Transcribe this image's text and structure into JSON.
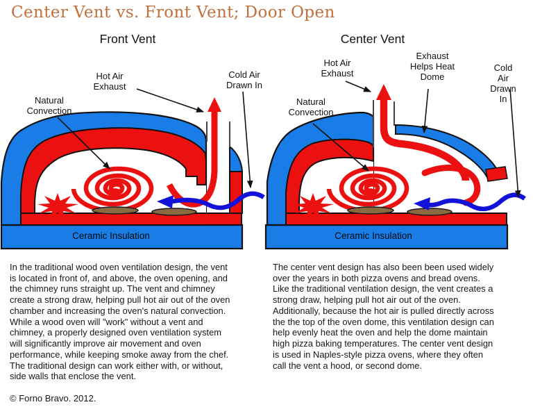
{
  "title": "Center Vent vs. Front Vent; Door Open",
  "copyright": "© Forno Bravo. 2012.",
  "colors": {
    "title_orange": "#c0703c",
    "dome_blue": "#1a7ce6",
    "hot_red": "#ec1111",
    "cold_air_blue": "#1212d8",
    "bread_brown": "#8a6a42"
  },
  "front_vent": {
    "title": "Front Vent",
    "labels": {
      "hot_air_exhaust": "Hot Air\nExhaust",
      "cold_air_drawn_in": "Cold Air\nDrawn In",
      "natural_convection": "Natural\nConvection",
      "insulation": "Ceramic Insulation"
    },
    "paragraph": "In the traditional wood oven ventilation design, the vent is located in front of, and above, the oven opening, and the chimney runs straight up. The vent and chimney create a strong draw, helping pull hot air out of the oven chamber and increasing the oven's natural convection. While a wood oven will \"work\" without a vent and chimney, a properly designed oven ventilation system will significantly improve air movement and oven performance, while keeping smoke away from the chef. The traditional design can work either with, or without, side walls that enclose the vent."
  },
  "center_vent": {
    "title": "Center Vent",
    "labels": {
      "hot_air_exhaust": "Hot Air\nExhaust",
      "exhaust_helps_heat_dome": "Exhaust\nHelps Heat\nDome",
      "cold_air_drawn_in": "Cold Air\nDrawn In",
      "natural_convection": "Natural\nConvection",
      "insulation": "Ceramic Insulation"
    },
    "paragraph": "The center vent design has also been been used widely over the years in both pizza ovens and bread ovens. Like the traditional ventilation design, the vent creates a strong draw, helping pull hot air out of the oven. Additionally, because the hot air is pulled directly across the the top of the oven dome, this ventilation design can help evenly heat the oven and help the dome maintain high pizza baking temperatures. The center vent design is used in Naples-style pizza ovens, where they often call the vent a hood, or second dome."
  }
}
